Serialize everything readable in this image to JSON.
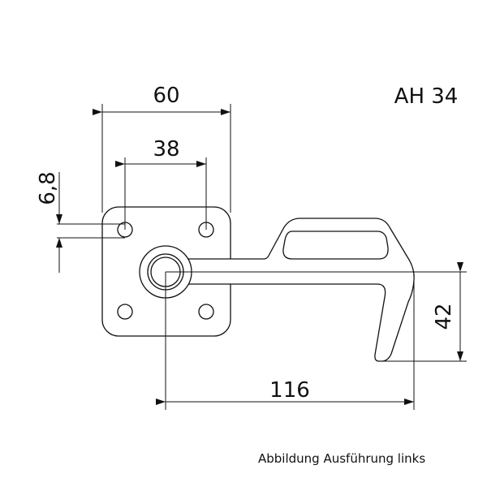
{
  "drawing": {
    "model": "AH 34",
    "caption": "Abbildung Ausführung links",
    "dimensions": {
      "plate_width": "60",
      "hole_spacing": "38",
      "hole_diameter": "6,8",
      "reach": "116",
      "hook_depth": "42"
    },
    "line_color": "#111111"
  }
}
